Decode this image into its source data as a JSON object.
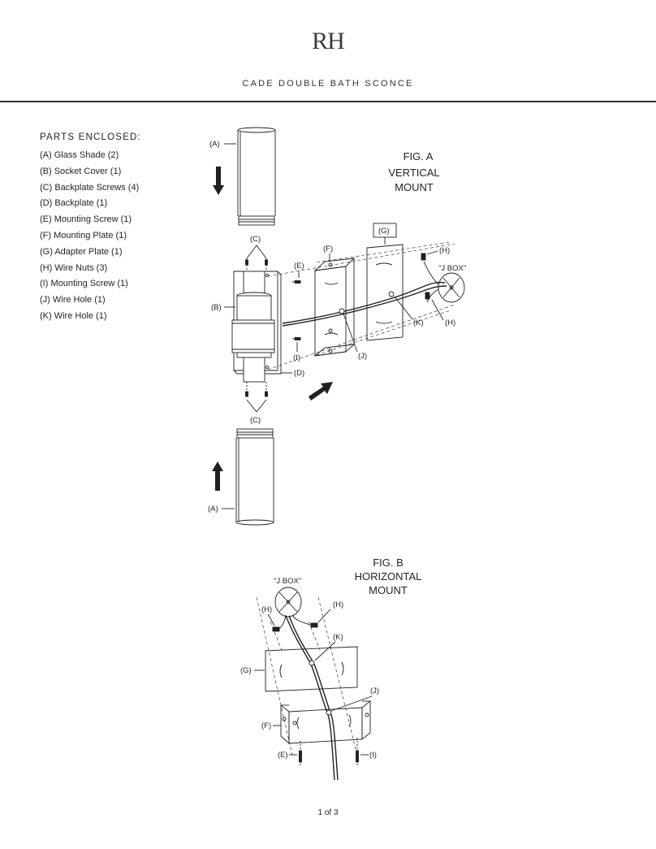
{
  "header": {
    "logo": "RH",
    "title": "CADE DOUBLE BATH SCONCE"
  },
  "parts": {
    "heading": "PARTS ENCLOSED:",
    "items": [
      "(A) Glass Shade (2)",
      "(B) Socket Cover (1)",
      "(C) Backplate Screws (4)",
      "(D) Backplate (1)",
      "(E) Mounting Screw (1)",
      "(F) Mounting Plate (1)",
      "(G) Adapter Plate (1)",
      "(H) Wire Nuts (3)",
      "(I) Mounting Screw (1)",
      "(J) Wire Hole (1)",
      "(K) Wire Hole (1)"
    ]
  },
  "fig_a": {
    "title_lines": [
      "FIG. A",
      "VERTICAL",
      "MOUNT"
    ],
    "labels": {
      "a": "(A)",
      "b": "(B)",
      "c": "(C)",
      "d": "(D)",
      "e": "(E)",
      "f": "(F)",
      "g": "(G)",
      "h": "(H)",
      "i": "(I)",
      "j": "(J)",
      "k": "(K)",
      "jbox": "\"J BOX\""
    }
  },
  "fig_b": {
    "title_lines": [
      "FIG. B",
      "HORIZONTAL",
      "MOUNT"
    ],
    "labels": {
      "e": "(E)",
      "f": "(F)",
      "g": "(G)",
      "h": "(H)",
      "i": "(I)",
      "j": "(J)",
      "k": "(K)",
      "jbox": "\"J BOX\""
    }
  },
  "footer": {
    "page": "1 of 3"
  }
}
